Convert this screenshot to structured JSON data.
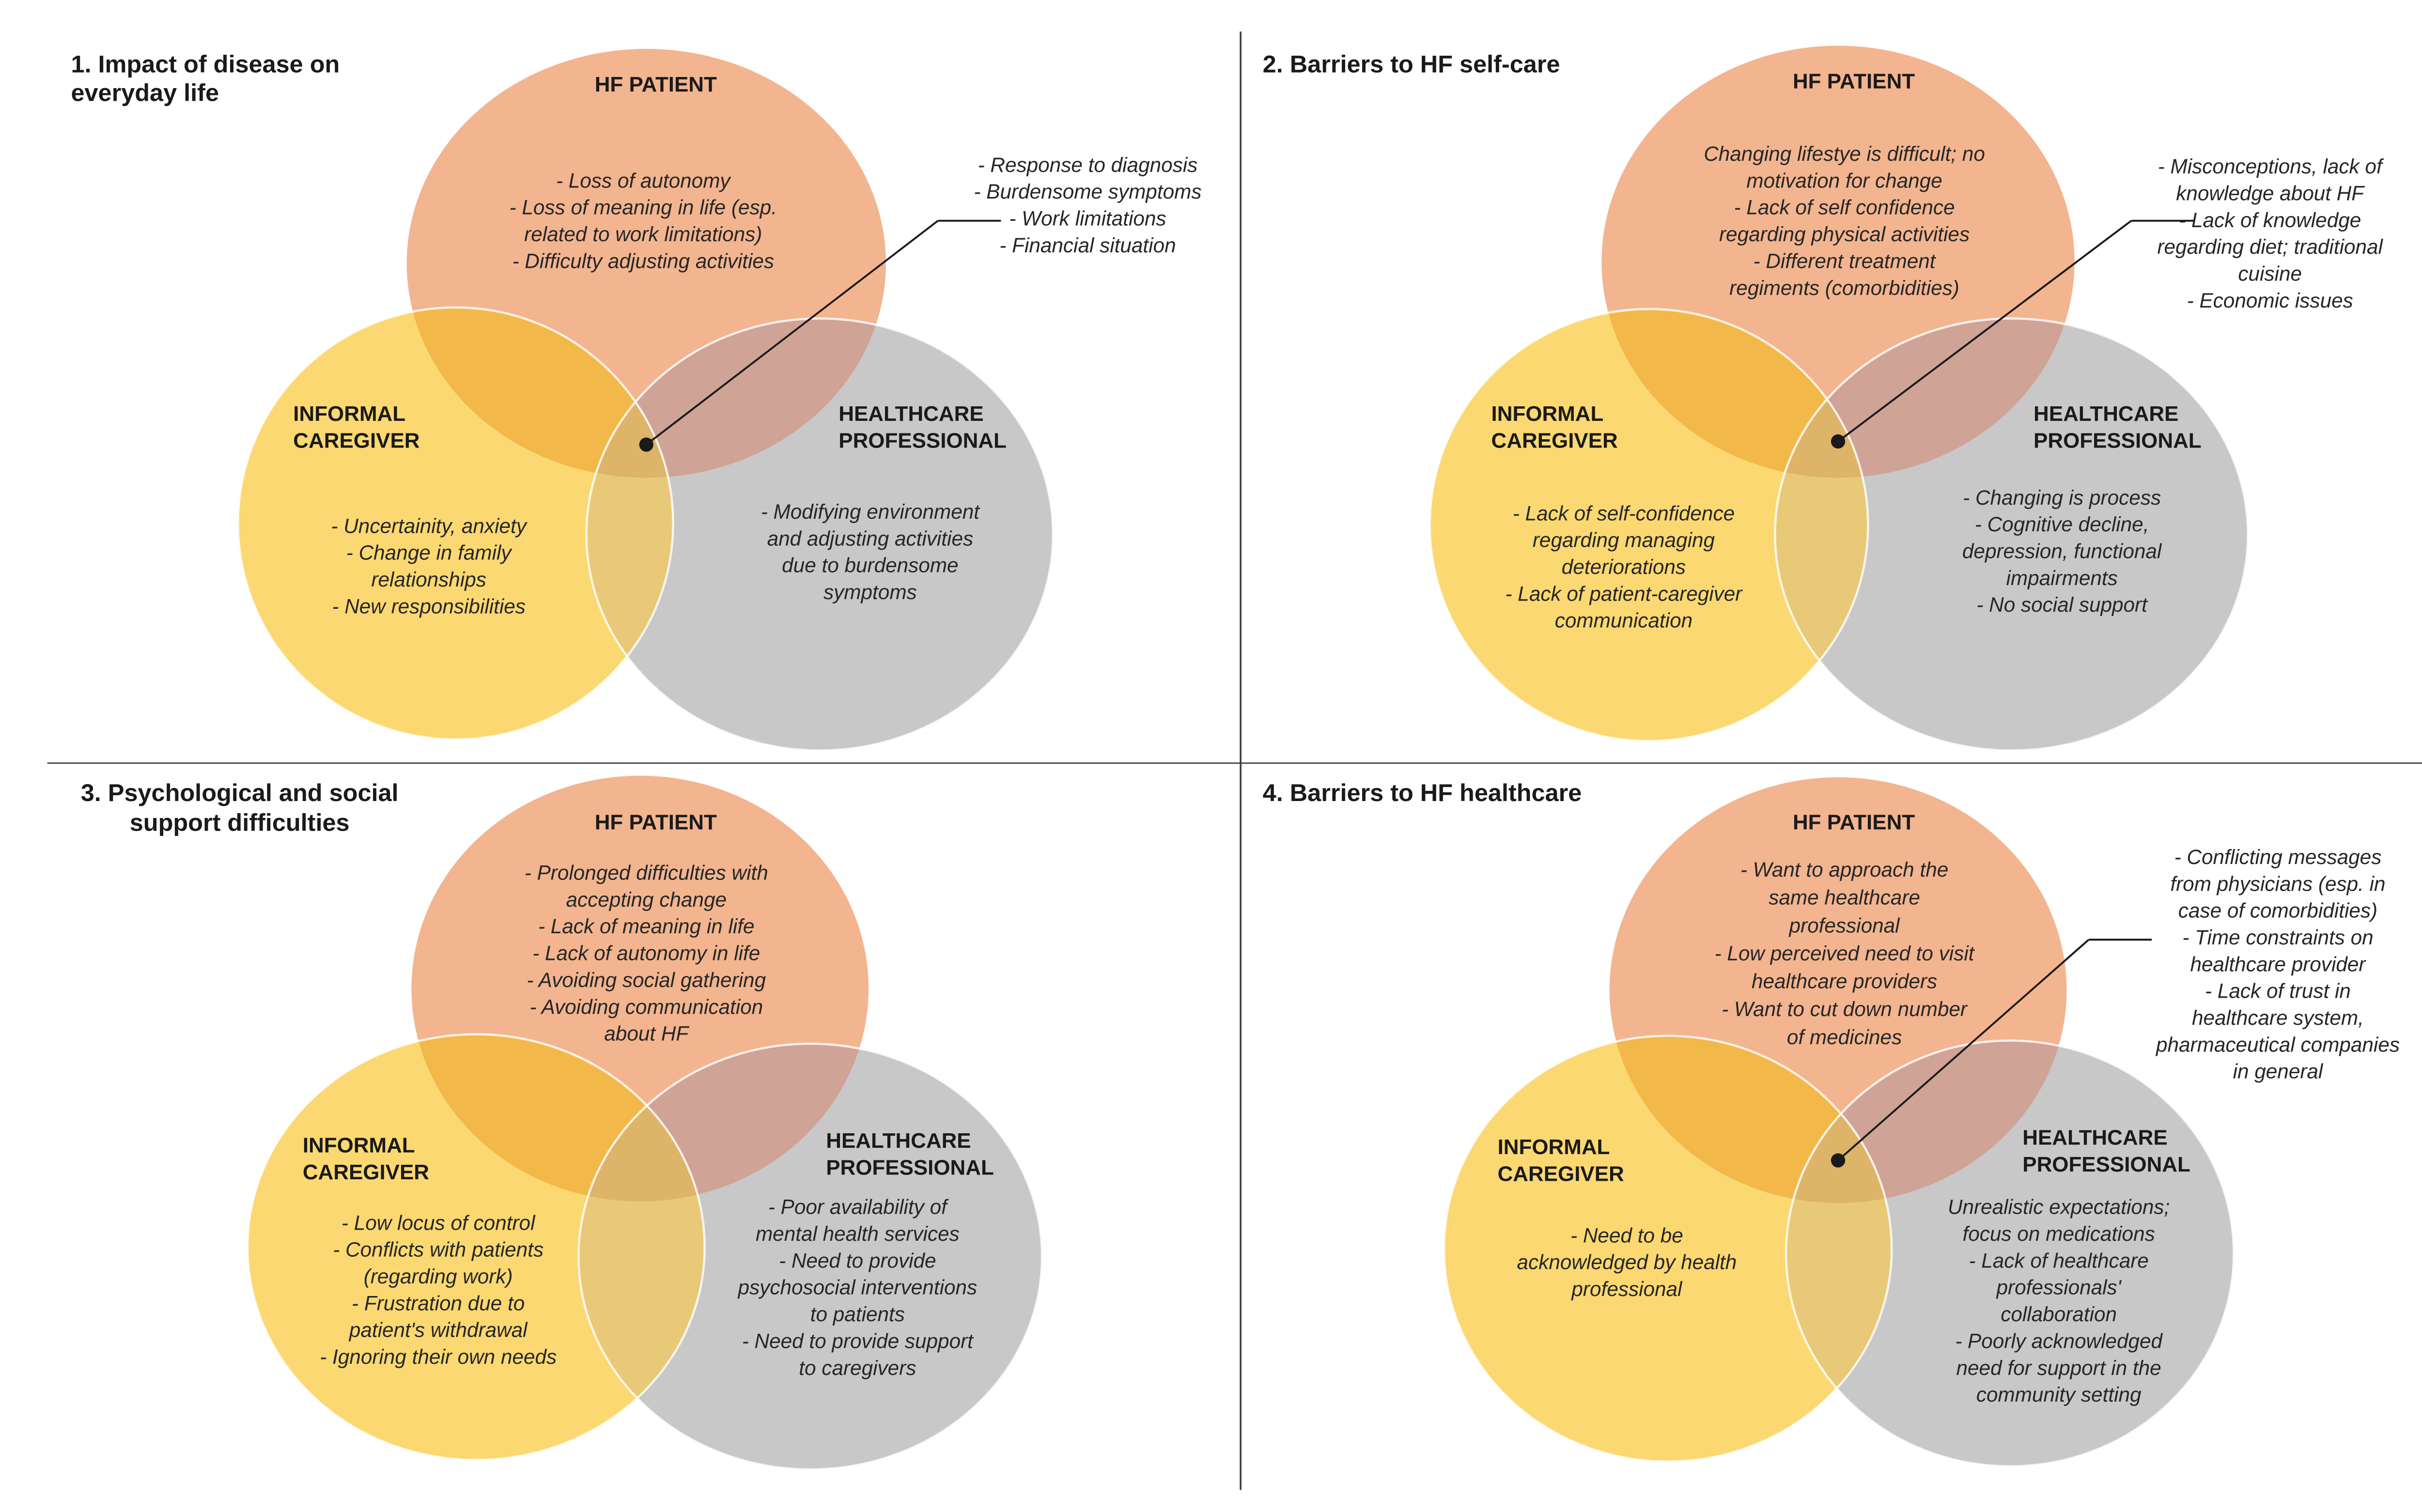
{
  "colors": {
    "patient_circle": "#F2B58F",
    "caregiver_circle": "#FBD872",
    "professional_circle": "#C8C8C8",
    "patient_caregiver_overlap": "#F2B84A",
    "patient_professional_overlap": "#CFA396",
    "caregiver_professional_overlap": "#E8C978",
    "triple_overlap": "#DDB468",
    "connector": "#1a1a1a",
    "divider": "#3a3a3a"
  },
  "panels": [
    {
      "title_lines": [
        "1. Impact of disease on",
        "everyday life"
      ],
      "patient_label": [
        "HF PATIENT"
      ],
      "caregiver_label": [
        "INFORMAL",
        "CAREGIVER"
      ],
      "professional_label": [
        "HEALTHCARE",
        "PROFESSIONAL"
      ],
      "patient_items": [
        "- Loss of autonomy",
        "- Loss of meaning in life (esp.",
        "related to work limitations)",
        "- Difficulty adjusting activities"
      ],
      "caregiver_items": [
        "- Uncertainity, anxiety",
        "- Change in family",
        "relationships",
        "-  New responsibilities"
      ],
      "professional_items": [
        "- Modifying environment",
        "and adjusting activities",
        "due to burdensome",
        "symptoms"
      ],
      "shared_items": [
        "- Response to diagnosis",
        "- Burdensome symptoms",
        "- Work limitations",
        "- Financial situation"
      ]
    },
    {
      "title_lines": [
        "2. Barriers to HF self-care"
      ],
      "patient_label": [
        "HF PATIENT"
      ],
      "caregiver_label": [
        "INFORMAL",
        "CAREGIVER"
      ],
      "professional_label": [
        "HEALTHCARE",
        "PROFESSIONAL"
      ],
      "patient_items": [
        "Changing lifestye is difficult; no",
        "motivation for change",
        "- Lack of self confidence",
        "regarding physical activities",
        "- Different treatment",
        "regiments (comorbidities)"
      ],
      "caregiver_items": [
        "- Lack of self-confidence",
        "regarding managing",
        "deteriorations",
        "- Lack of patient-caregiver",
        "communication"
      ],
      "professional_items": [
        "- Changing is process",
        "- Cognitive decline,",
        "depression, functional",
        "impairments",
        "- No social support"
      ],
      "shared_items": [
        "- Misconceptions, lack of",
        "knowledge about HF",
        "- Lack of knowledge",
        "regarding diet; traditional",
        "cuisine",
        "- Economic issues"
      ]
    },
    {
      "title_lines": [
        "3. Psychological and social",
        "support difficulties"
      ],
      "patient_label": [
        "HF PATIENT"
      ],
      "caregiver_label": [
        "INFORMAL",
        "CAREGIVER"
      ],
      "professional_label": [
        "HEALTHCARE",
        "PROFESSIONAL"
      ],
      "patient_items": [
        "- Prolonged difficulties with",
        "accepting change",
        "- Lack of meaning in life",
        "- Lack of autonomy in life",
        "- Avoiding social gathering",
        "- Avoiding communication",
        "about HF"
      ],
      "caregiver_items": [
        "- Low locus of control",
        "- Conflicts with patients",
        "(regarding work)",
        "- Frustration due to",
        "patient's withdrawal",
        "- Ignoring their own needs"
      ],
      "professional_items": [
        "- Poor availability of",
        "mental health services",
        "- Need to provide",
        "psychosocial interventions",
        "to patients",
        "- Need to provide support",
        "to caregivers"
      ],
      "shared_items": []
    },
    {
      "title_lines": [
        "4. Barriers to HF healthcare"
      ],
      "patient_label": [
        "HF PATIENT"
      ],
      "caregiver_label": [
        "INFORMAL",
        "CAREGIVER"
      ],
      "professional_label": [
        "HEALTHCARE",
        "PROFESSIONAL"
      ],
      "patient_items": [
        "- Want to approach the",
        "same healthcare",
        "professional",
        "- Low perceived need to visit",
        "healthcare providers",
        "- Want to cut down number",
        "of medicines"
      ],
      "caregiver_items": [
        "- Need to be",
        "acknowledged by health",
        "professional"
      ],
      "professional_items": [
        "Unrealistic expectations;",
        "focus on medications",
        "- Lack of healthcare",
        "professionals'",
        "collaboration",
        "- Poorly acknowledged",
        "need for support in the",
        "community setting"
      ],
      "shared_items": [
        "-  Conflicting messages",
        "from physicians (esp. in",
        "case of comorbidities)",
        "- Time constraints on",
        "healthcare provider",
        "- Lack of trust in",
        "healthcare system,",
        "pharmaceutical companies",
        "in general"
      ]
    }
  ]
}
